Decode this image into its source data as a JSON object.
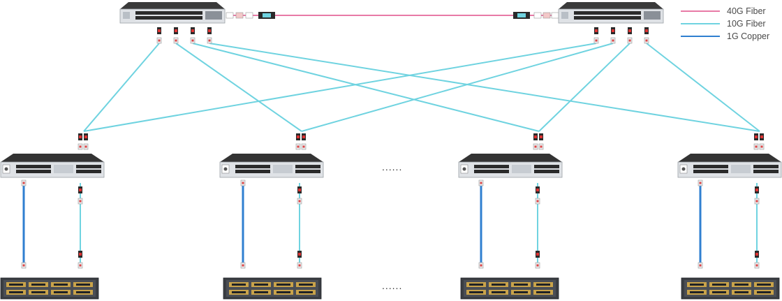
{
  "legend": [
    {
      "label": "40G Fiber",
      "color": "#e87aa6"
    },
    {
      "label": "10G Fiber",
      "color": "#6fd3e0"
    },
    {
      "label": "1G Copper",
      "color": "#2f7fd0"
    }
  ],
  "ellipsis": {
    "switch_row": "......",
    "server_row": "......"
  },
  "colors": {
    "fiber_40g": "#e87aa6",
    "fiber_10g": "#6fd3e0",
    "copper_1g": "#2f7fd0",
    "device_dark": "#2e2e2e",
    "device_face": "#dfe2e6"
  },
  "icons": {
    "core_switch": "core-switch-icon",
    "access_switch": "access-switch-icon",
    "server": "rack-server-icon",
    "transceiver": "transceiver-icon"
  }
}
